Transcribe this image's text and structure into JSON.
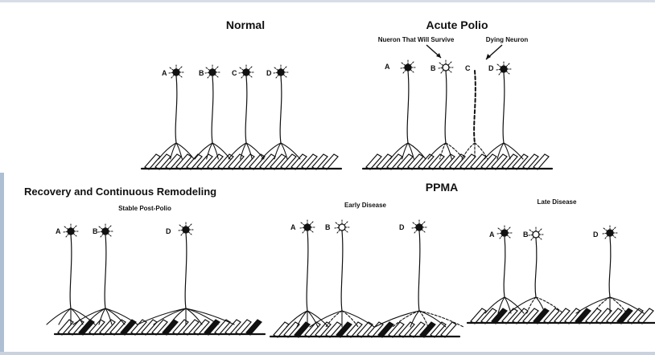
{
  "panels": {
    "normal": {
      "title": "Normal",
      "neurons": [
        "A",
        "B",
        "C",
        "D"
      ]
    },
    "acute": {
      "title": "Acute Polio",
      "neurons": [
        "A",
        "B",
        "C",
        "D"
      ],
      "annotations": {
        "survive": "Nueron That Will Survive",
        "dying": "Dying Neuron"
      }
    },
    "recovery": {
      "title": "Recovery and Continuous Remodeling",
      "subtitle": "Stable Post-Polio",
      "neurons": [
        "A",
        "B",
        "D"
      ]
    },
    "ppma": {
      "title": "PPMA",
      "early": {
        "subtitle": "Early Disease",
        "neurons": [
          "A",
          "B",
          "D"
        ]
      },
      "late": {
        "subtitle": "Late Disease",
        "neurons": [
          "A",
          "B",
          "D"
        ]
      }
    }
  }
}
